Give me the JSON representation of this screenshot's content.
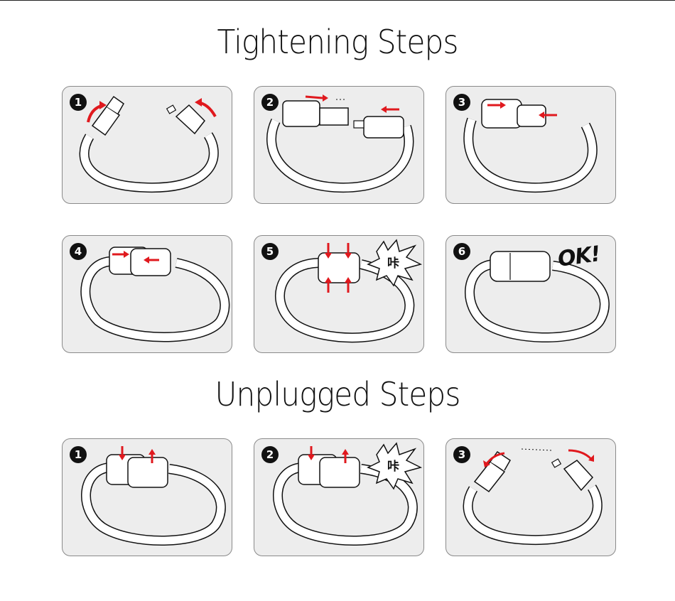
{
  "titles": {
    "tightening": "Tightening Steps",
    "unplugged": "Unplugged Steps"
  },
  "tightening_steps": [
    {
      "number": "1"
    },
    {
      "number": "2"
    },
    {
      "number": "3"
    },
    {
      "number": "4"
    },
    {
      "number": "5",
      "sound": "咔"
    },
    {
      "number": "6",
      "label": "OK!"
    }
  ],
  "unplugged_steps": [
    {
      "number": "1"
    },
    {
      "number": "2",
      "sound": "咔"
    },
    {
      "number": "3"
    }
  ],
  "colors": {
    "arrow": "#e0191e",
    "panel_bg": "#ededed",
    "panel_border": "#8a8a8a",
    "band": "#ffffff",
    "line": "#111111"
  }
}
